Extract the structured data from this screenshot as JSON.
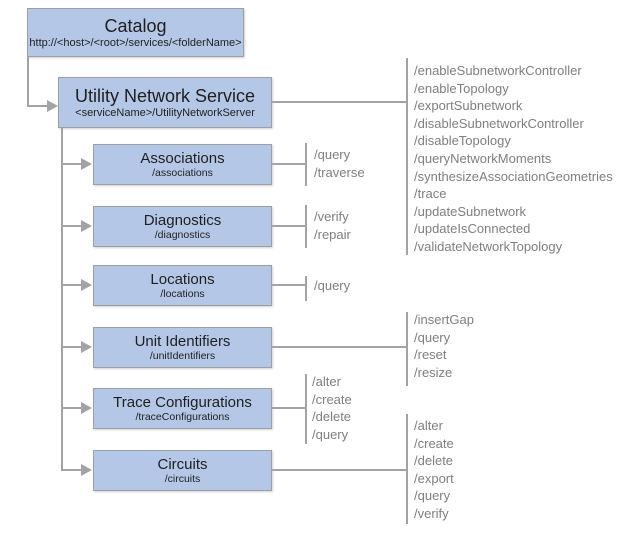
{
  "colors": {
    "box_fill": "#b4c7e7",
    "box_border": "#9f9f9f",
    "connector": "#a3a3a3",
    "operation_text": "#7f7f7f",
    "title_text": "#1f1f1f"
  },
  "nodes": {
    "catalog": {
      "title": "Catalog",
      "path": "http://<host>/<root>/services/<folderName>"
    },
    "utility_network_service": {
      "title": "Utility Network Service",
      "path": "<serviceName>/UtilityNetworkServer"
    },
    "associations": {
      "title": "Associations",
      "path": "/associations"
    },
    "diagnostics": {
      "title": "Diagnostics",
      "path": "/diagnostics"
    },
    "locations": {
      "title": "Locations",
      "path": "/locations"
    },
    "unit_identifiers": {
      "title": "Unit Identifiers",
      "path": "/unitIdentifiers"
    },
    "trace_configurations": {
      "title": "Trace Configurations",
      "path": "/traceConfigurations"
    },
    "circuits": {
      "title": "Circuits",
      "path": "/circuits"
    }
  },
  "operations": {
    "utility_network_service": [
      "/enableSubnetworkController",
      "/enableTopology",
      "/exportSubnetwork",
      "/disableSubnetworkController",
      "/disableTopology",
      "/queryNetworkMoments",
      "/synthesizeAssociationGeometries",
      "/trace",
      "/updateSubnetwork",
      "/updateIsConnected",
      "/validateNetworkTopology"
    ],
    "associations": [
      "/query",
      "/traverse"
    ],
    "diagnostics": [
      "/verify",
      "/repair"
    ],
    "locations": [
      "/query"
    ],
    "unit_identifiers": [
      "/insertGap",
      "/query",
      "/reset",
      "/resize"
    ],
    "trace_configurations": [
      "/alter",
      "/create",
      "/delete",
      "/query"
    ],
    "circuits": [
      "/alter",
      "/create",
      "/delete",
      "/export",
      "/query",
      "/verify"
    ]
  }
}
